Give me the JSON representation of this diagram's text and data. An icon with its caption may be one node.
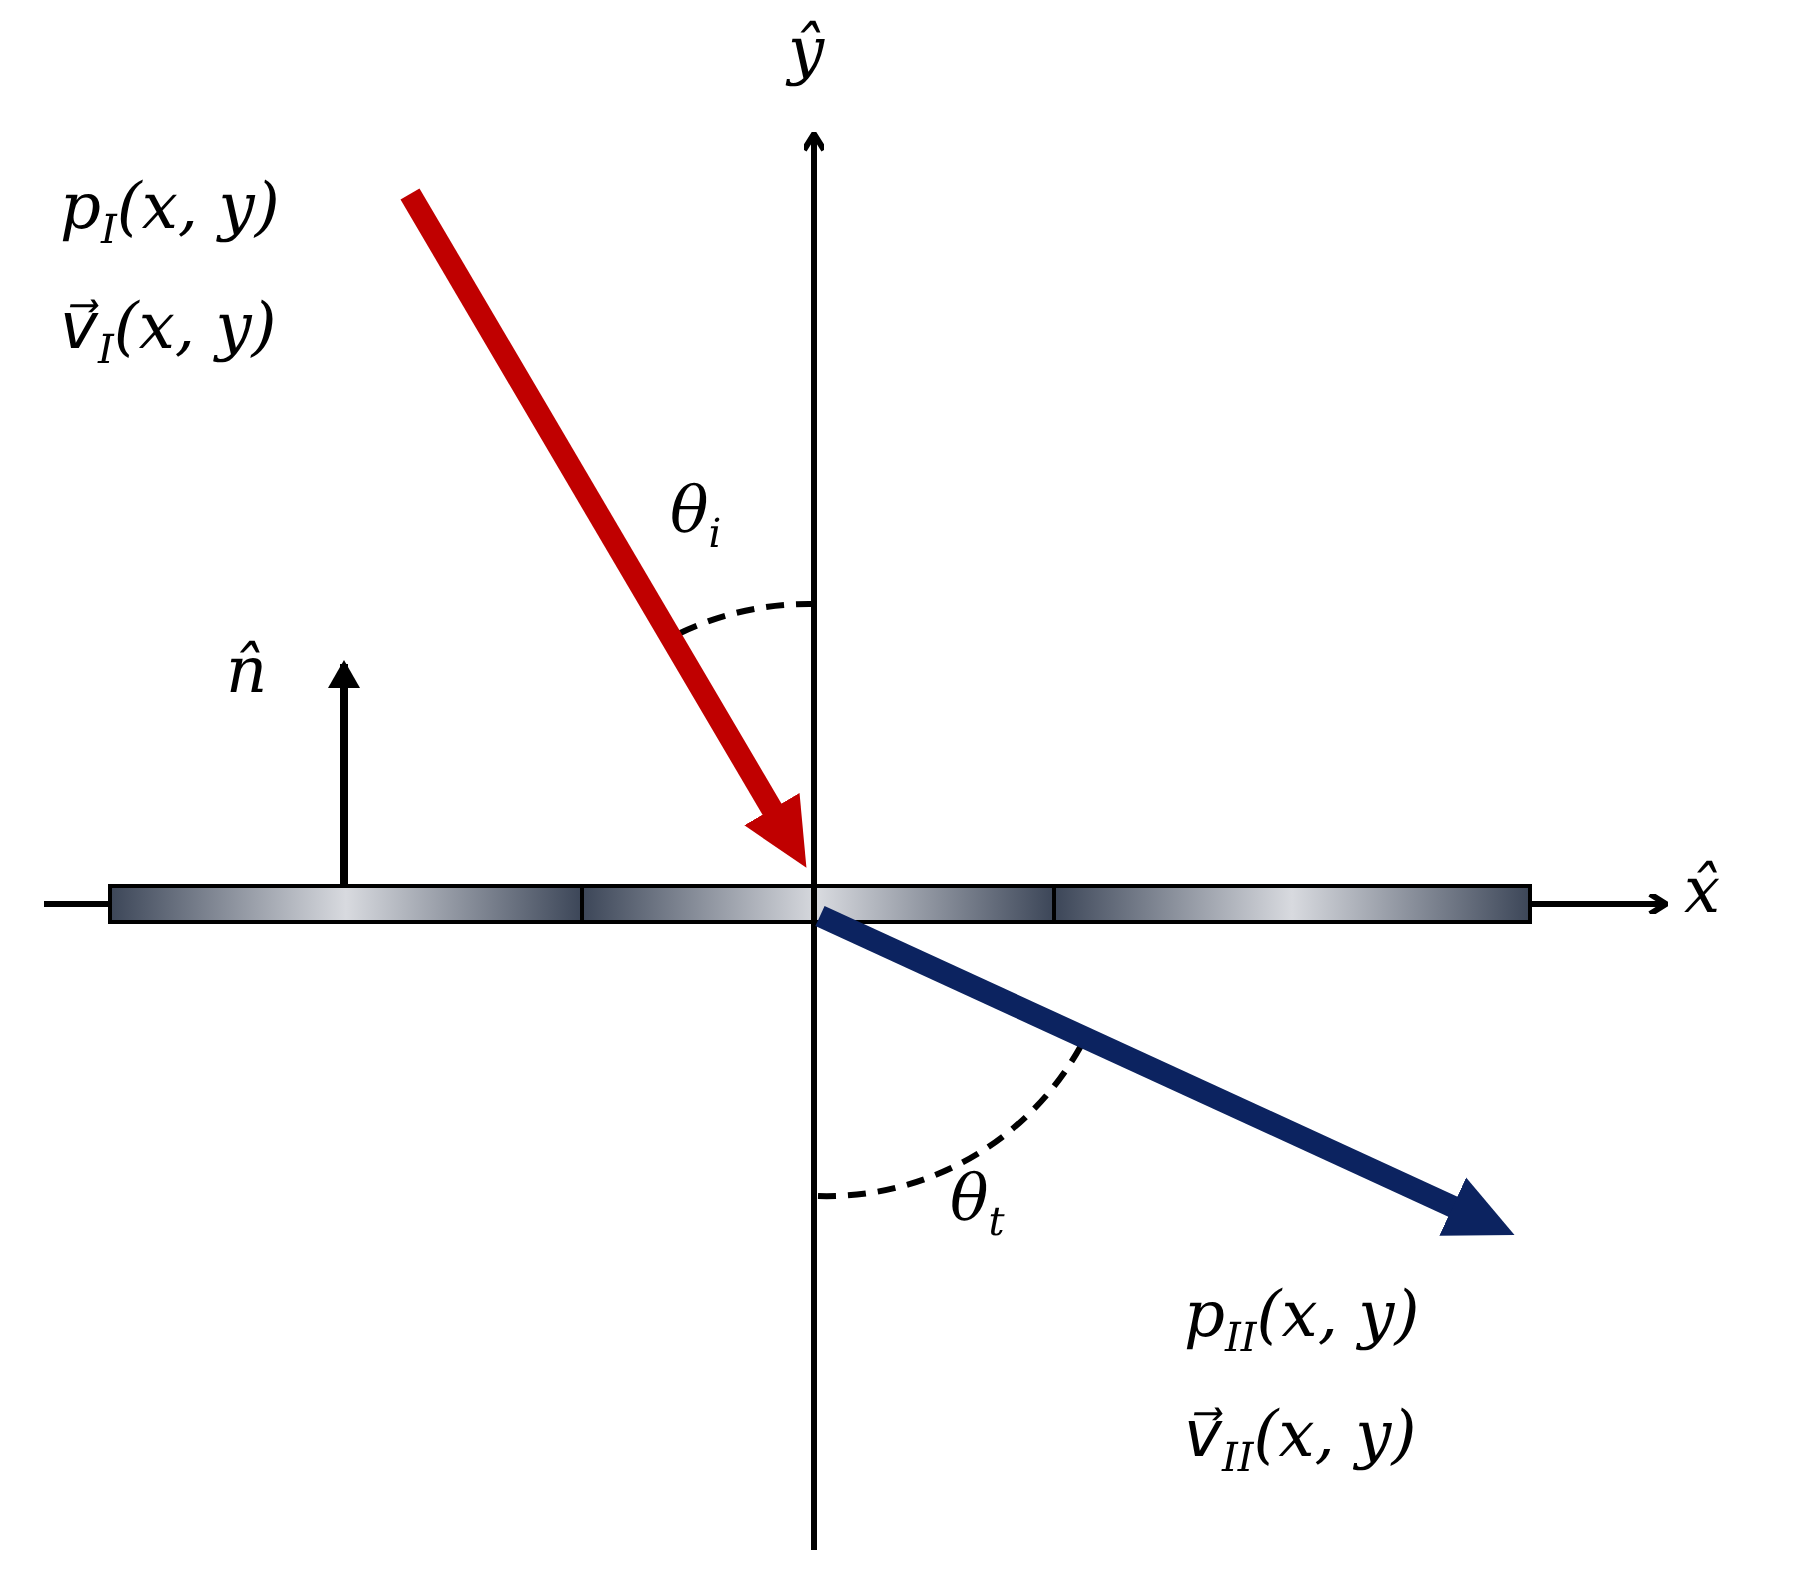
{
  "diagram": {
    "labels": [
      "ŷ",
      "p$_{I}$(x, y)",
      "v⃗$_{I}$(x, y)",
      "θ$_{i}$",
      "n̂",
      "x̂",
      "θ$_{t}$",
      "p$_{II}$(x, y)",
      "v⃗$_{II}$(x, y)"
    ]
  }
}
